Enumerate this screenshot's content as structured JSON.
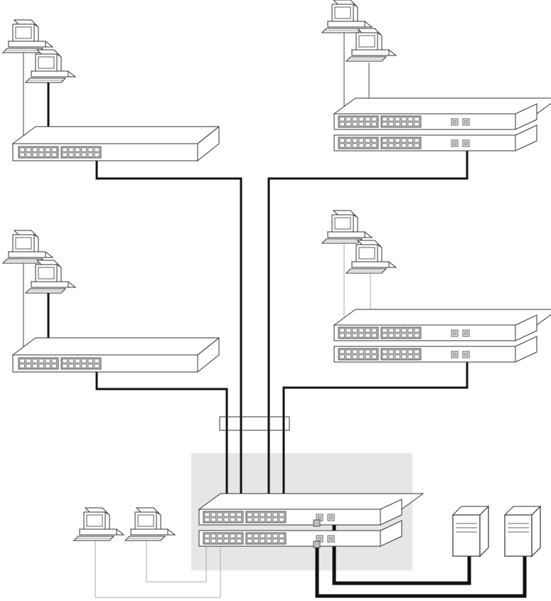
{
  "diagram": {
    "colors": {
      "background": "#ffffff",
      "outline": "#333333",
      "device_fill": "#ffffff",
      "port_fill": "#bfbfbf",
      "core_area_fill": "#e6e6e6",
      "thick_cable": "#111111",
      "thin_cable": "#444444",
      "light_cable": "#aaaaaa"
    },
    "nodes": [
      {
        "id": "switch-top-left",
        "kind": "single-switch",
        "icon": "switch-icon"
      },
      {
        "id": "switch-mid-left",
        "kind": "single-switch",
        "icon": "switch-icon"
      },
      {
        "id": "stack-top-right",
        "kind": "switch-stack",
        "units": 2,
        "icon": "switch-icon"
      },
      {
        "id": "stack-mid-right",
        "kind": "switch-stack",
        "units": 2,
        "icon": "switch-icon"
      },
      {
        "id": "core-stack",
        "kind": "switch-stack",
        "units": 2,
        "icon": "switch-icon"
      },
      {
        "id": "bundle-connector",
        "kind": "cable-bundle",
        "icon": "connector-icon"
      },
      {
        "id": "pc-tl-1",
        "kind": "workstation",
        "icon": "computer-icon"
      },
      {
        "id": "pc-tl-2",
        "kind": "workstation",
        "icon": "computer-icon"
      },
      {
        "id": "pc-ml-1",
        "kind": "workstation",
        "icon": "computer-icon"
      },
      {
        "id": "pc-ml-2",
        "kind": "workstation",
        "icon": "computer-icon"
      },
      {
        "id": "pc-tr-1",
        "kind": "workstation",
        "icon": "computer-icon"
      },
      {
        "id": "pc-tr-2",
        "kind": "workstation",
        "icon": "computer-icon"
      },
      {
        "id": "pc-mr-1",
        "kind": "workstation",
        "icon": "computer-icon"
      },
      {
        "id": "pc-mr-2",
        "kind": "workstation",
        "icon": "computer-icon"
      },
      {
        "id": "pc-bl-1",
        "kind": "workstation",
        "icon": "computer-icon"
      },
      {
        "id": "pc-bl-2",
        "kind": "workstation",
        "icon": "computer-icon"
      },
      {
        "id": "server-1",
        "kind": "server",
        "icon": "server-tower-icon"
      },
      {
        "id": "server-2",
        "kind": "server",
        "icon": "server-tower-icon"
      }
    ],
    "links": [
      {
        "from": "pc-tl-1",
        "to": "switch-top-left",
        "style": "thin"
      },
      {
        "from": "pc-tl-2",
        "to": "switch-top-left",
        "style": "thick"
      },
      {
        "from": "pc-ml-1",
        "to": "switch-mid-left",
        "style": "thin"
      },
      {
        "from": "pc-ml-2",
        "to": "switch-mid-left",
        "style": "thick"
      },
      {
        "from": "pc-tr-1",
        "to": "stack-top-right",
        "style": "thin"
      },
      {
        "from": "pc-tr-2",
        "to": "stack-top-right",
        "style": "thin"
      },
      {
        "from": "pc-mr-1",
        "to": "stack-mid-right",
        "style": "light"
      },
      {
        "from": "pc-mr-2",
        "to": "stack-mid-right",
        "style": "light"
      },
      {
        "from": "switch-top-left",
        "to": "core-stack",
        "style": "thick"
      },
      {
        "from": "switch-mid-left",
        "to": "core-stack",
        "style": "thick"
      },
      {
        "from": "stack-top-right",
        "to": "core-stack",
        "style": "thick"
      },
      {
        "from": "stack-mid-right",
        "to": "core-stack",
        "style": "thick"
      },
      {
        "from": "pc-bl-1",
        "to": "core-stack",
        "style": "light"
      },
      {
        "from": "pc-bl-2",
        "to": "core-stack",
        "style": "light"
      },
      {
        "from": "core-stack",
        "to": "server-1",
        "style": "heavy"
      },
      {
        "from": "core-stack",
        "to": "server-2",
        "style": "heavy"
      }
    ]
  }
}
